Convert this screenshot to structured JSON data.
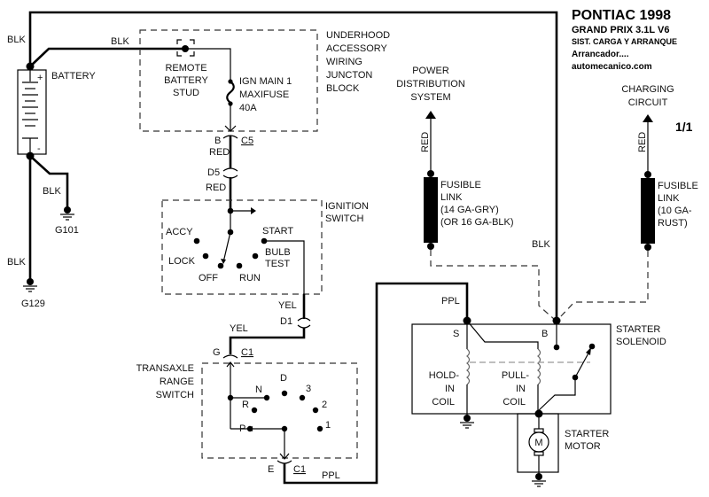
{
  "title": {
    "make_year": "PONTIAC 1998",
    "model": "GRAND PRIX  3.1L  V6",
    "system": "SIST. CARGA Y ARRANQUE",
    "subtitle": "Arrancador....",
    "site": "automecanico.com",
    "page": "1/1"
  },
  "battery": {
    "label": "BATTERY",
    "plus": "+",
    "minus": "-",
    "wire_top": "BLK",
    "wire_to_junction": "BLK",
    "wire_g101": "BLK",
    "wire_g129": "BLK"
  },
  "grounds": [
    {
      "id": "G101"
    },
    {
      "id": "G129"
    }
  ],
  "junction_block": {
    "label_lines": [
      "UNDERHOOD",
      "ACCESSORY",
      "WIRING",
      "JUNCTON",
      "BLOCK"
    ],
    "stud_lines": [
      "REMOTE",
      "BATTERY",
      "STUD"
    ],
    "fuse_lines": [
      "IGN MAIN 1",
      "MAXIFUSE",
      "40A"
    ]
  },
  "connectors": {
    "c5_pin": "B",
    "c5": "C5",
    "wire_red_1": "RED",
    "d5": "D5",
    "wire_red_2": "RED",
    "wire_yel_1": "YEL",
    "d1": "D1",
    "wire_yel_2": "YEL",
    "c1_top_pin": "G",
    "c1_top": "C1",
    "c1_bottom_pin": "E",
    "c1_bottom": "C1",
    "wire_ppl_bottom": "PPL",
    "wire_ppl_top": "PPL",
    "wire_blk_solenoid": "BLK"
  },
  "ignition_switch": {
    "label_lines": [
      "IGNITION",
      "SWITCH"
    ],
    "positions": [
      "ACCY",
      "LOCK",
      "OFF",
      "RUN",
      "START"
    ],
    "bulb_test_lines": [
      "BULB",
      "TEST"
    ]
  },
  "transaxle_switch": {
    "label_lines": [
      "TRANSAXLE",
      "RANGE",
      "SWITCH"
    ],
    "positions": [
      "P",
      "R",
      "N",
      "D",
      "3",
      "2",
      "1"
    ]
  },
  "power_distribution": {
    "label_lines": [
      "POWER",
      "DISTRIBUTION",
      "SYSTEM"
    ],
    "wire": "RED",
    "fusible_link_lines": [
      "FUSIBLE",
      "LINK",
      "(14 GA-GRY)",
      "(OR 16 GA-BLK)"
    ]
  },
  "charging_circuit": {
    "label_lines": [
      "CHARGING",
      "CIRCUIT"
    ],
    "wire": "RED",
    "fusible_link_lines": [
      "FUSIBLE",
      "LINK",
      "(10 GA-",
      "RUST)"
    ]
  },
  "starter_solenoid": {
    "label_lines": [
      "STARTER",
      "SOLENOID"
    ],
    "terminal_s": "S",
    "terminal_b": "B",
    "hold_coil_lines": [
      "HOLD-",
      "IN",
      "COIL"
    ],
    "pull_coil_lines": [
      "PULL-",
      "IN",
      "COIL"
    ]
  },
  "starter_motor": {
    "label_lines": [
      "STARTER",
      "MOTOR"
    ],
    "symbol": "M"
  }
}
